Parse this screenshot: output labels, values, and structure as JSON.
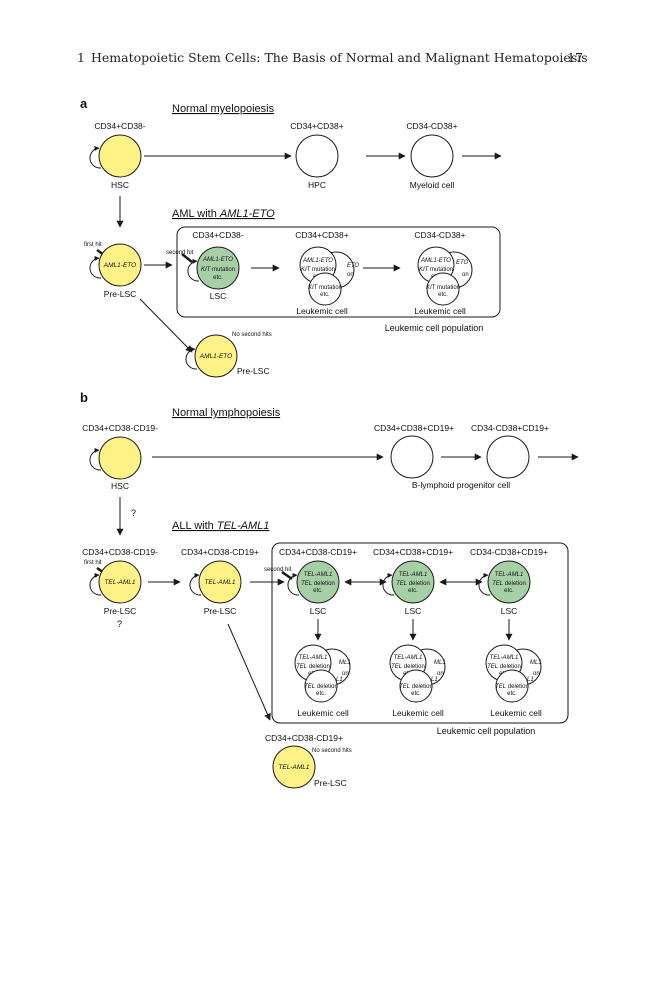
{
  "running_head": {
    "chapter_number": "1",
    "title": "Hematopoietic Stem Cells: The Basis of Normal and Malignant Hematopoiesis",
    "page_number": "17"
  },
  "panel_a": {
    "label": "a",
    "normal_title": "Normal myelopoiesis",
    "hsc_marker": "CD34+CD38-",
    "hsc_label": "HSC",
    "hpc_marker": "CD34+CD38+",
    "hpc_label": "HPC",
    "myeloid_marker": "CD34-CD38+",
    "myeloid_label": "Myeloid cell",
    "aml_title_prefix": "AML with ",
    "aml_title_gene": "AML1-ETO",
    "first_hit": "first hit",
    "preLSC_gene": "AML1-ETO",
    "preLSC_label": "Pre-LSC",
    "lsc_marker": "CD34+CD38-",
    "second_hit": "second hit",
    "lsc_gene": "AML1-ETO",
    "lsc_mutation_gene": "KIT",
    "lsc_mutation_rest": " mutation",
    "etc": "etc.",
    "lsc_label": "LSC",
    "leuk1_marker": "CD34+CD38+",
    "leuk2_marker": "CD34-CD38+",
    "leukemic_cell": "Leukemic cell",
    "back_gene_partial": "ETO",
    "back_mut_partial": "on",
    "back_gene_partial2": "TO",
    "population_label": "Leukemic cell population",
    "no_second_hits": "No second hits",
    "preLSC2_gene": "AML1-ETO",
    "preLSC2_label": "Pre-LSC"
  },
  "panel_b": {
    "label": "b",
    "normal_title": "Normal lymphopoiesis",
    "hsc_marker": "CD34+CD38-CD19-",
    "hsc_label": "HSC",
    "bprog1_marker": "CD34+CD38+CD19+",
    "bprog2_marker": "CD34-CD38+CD19+",
    "bprog_label": "B-lymphoid progenitor cell",
    "question": "?",
    "all_title_prefix": "ALL with ",
    "all_title_gene": "TEL-AML1",
    "preLSC1_marker": "CD34+CD38-CD19-",
    "first_hit": "first hit",
    "preLSC_gene": "TEL-AML1",
    "preLSC_label": "Pre-LSC",
    "preLSC1_question": "?",
    "preLSC2_marker": "CD34+CD38-CD19+",
    "lsc1_marker": "CD34+CD38-CD19+",
    "lsc2_marker": "CD34+CD38+CD19+",
    "lsc3_marker": "CD34-CD38+CD19+",
    "second_hit": "second hit",
    "lsc_gene": "TEL-AML1",
    "deletion_gene": "TEL",
    "deletion_rest": " deletion",
    "etc": "etc.",
    "lsc_label": "LSC",
    "leukemic_cell": "Leukemic cell",
    "back_gene_partial": "ML1",
    "back_gene_partial2": "L1",
    "back_mut_partial": "on",
    "population_label": "Leukemic cell population",
    "preLSC3_marker": "CD34+CD38-CD19+",
    "no_second_hits": "No second hits",
    "preLSC3_gene": "TEL-AML1",
    "preLSC3_label": "Pre-LSC"
  },
  "colors": {
    "yellow_cell": "#fef287",
    "green_cell": "#a6cfa6",
    "outline": "#1a1a1a"
  }
}
